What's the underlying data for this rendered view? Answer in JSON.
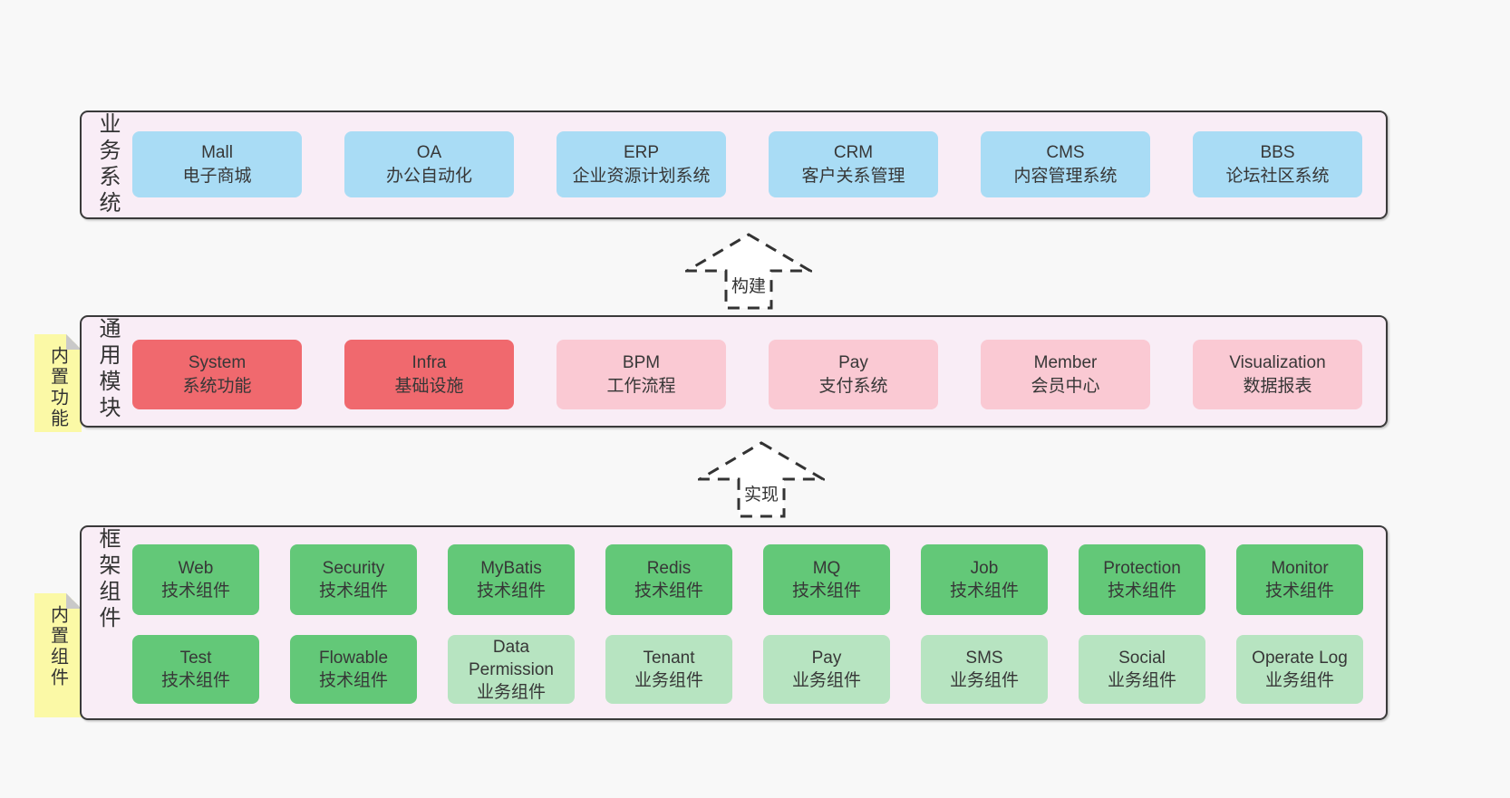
{
  "diagram": {
    "title": "ruoyi-vue-pro architecture layers",
    "colors": {
      "background": "#f8f8f8",
      "band_fill": "#f9edf6",
      "band_border": "#3a3a3a",
      "blue": "#a9dcf5",
      "red": "#f0696e",
      "pink": "#fac9d3",
      "green": "#63c878",
      "lightgreen": "#b7e4c1",
      "note_yellow": "#fbf9a6",
      "note_fold": "#c9c9c9",
      "text": "#373737"
    },
    "arrows": [
      {
        "label": "构建"
      },
      {
        "label": "实现"
      }
    ],
    "sections": [
      {
        "label": "业务系统",
        "boxes": [
          {
            "title": "Mall",
            "subtitle": "电子商城",
            "variant": "blue"
          },
          {
            "title": "OA",
            "subtitle": "办公自动化",
            "variant": "blue"
          },
          {
            "title": "ERP",
            "subtitle": "企业资源计划系统",
            "variant": "blue"
          },
          {
            "title": "CRM",
            "subtitle": "客户关系管理",
            "variant": "blue"
          },
          {
            "title": "CMS",
            "subtitle": "内容管理系统",
            "variant": "blue"
          },
          {
            "title": "BBS",
            "subtitle": "论坛社区系统",
            "variant": "blue"
          }
        ]
      },
      {
        "label": "通用模块",
        "note": "内置功能",
        "boxes": [
          {
            "title": "System",
            "subtitle": "系统功能",
            "variant": "red"
          },
          {
            "title": "Infra",
            "subtitle": "基础设施",
            "variant": "red"
          },
          {
            "title": "BPM",
            "subtitle": "工作流程",
            "variant": "pink"
          },
          {
            "title": "Pay",
            "subtitle": "支付系统",
            "variant": "pink"
          },
          {
            "title": "Member",
            "subtitle": "会员中心",
            "variant": "pink"
          },
          {
            "title": "Visualization",
            "subtitle": "数据报表",
            "variant": "pink"
          }
        ]
      },
      {
        "label": "框架组件",
        "note": "内置组件",
        "rows": [
          [
            {
              "title": "Web",
              "subtitle": "技术组件",
              "variant": "green"
            },
            {
              "title": "Security",
              "subtitle": "技术组件",
              "variant": "green"
            },
            {
              "title": "MyBatis",
              "subtitle": "技术组件",
              "variant": "green"
            },
            {
              "title": "Redis",
              "subtitle": "技术组件",
              "variant": "green"
            },
            {
              "title": "MQ",
              "subtitle": "技术组件",
              "variant": "green"
            },
            {
              "title": "Job",
              "subtitle": "技术组件",
              "variant": "green"
            },
            {
              "title": "Protection",
              "subtitle": "技术组件",
              "variant": "green"
            },
            {
              "title": "Monitor",
              "subtitle": "技术组件",
              "variant": "green"
            }
          ],
          [
            {
              "title": "Test",
              "subtitle": "技术组件",
              "variant": "green"
            },
            {
              "title": "Flowable",
              "subtitle": "技术组件",
              "variant": "green"
            },
            {
              "title": "Data Permission",
              "subtitle": "业务组件",
              "variant": "lightgreen"
            },
            {
              "title": "Tenant",
              "subtitle": "业务组件",
              "variant": "lightgreen"
            },
            {
              "title": "Pay",
              "subtitle": "业务组件",
              "variant": "lightgreen"
            },
            {
              "title": "SMS",
              "subtitle": "业务组件",
              "variant": "lightgreen"
            },
            {
              "title": "Social",
              "subtitle": "业务组件",
              "variant": "lightgreen"
            },
            {
              "title": "Operate Log",
              "subtitle": "业务组件",
              "variant": "lightgreen"
            }
          ]
        ]
      }
    ]
  }
}
